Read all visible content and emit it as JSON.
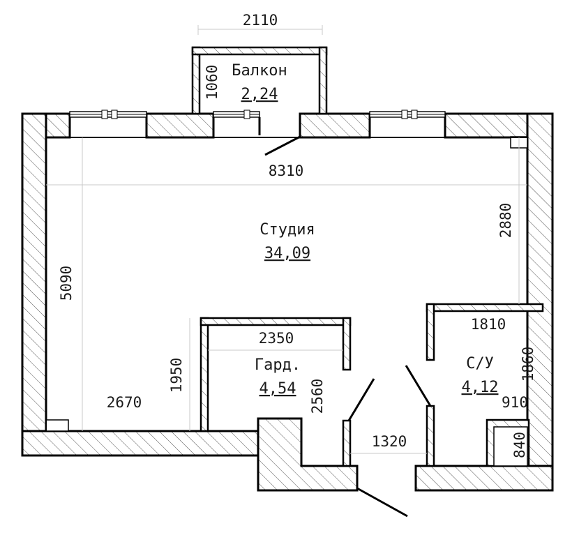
{
  "rooms": {
    "balcony": {
      "name": "Балкон",
      "area": "2,24"
    },
    "studio": {
      "name": "Студия",
      "area": "34,09"
    },
    "wardrobe": {
      "name": "Гард.",
      "area": "4,54"
    },
    "bathroom": {
      "name": "С/У",
      "area": "4,12"
    }
  },
  "dimensions": {
    "balcony_width": "2110",
    "balcony_depth": "1060",
    "studio_width": "8310",
    "studio_right": "2880",
    "studio_left": "5090",
    "wardrobe_offset_height": "1950",
    "studio_bottom": "2670",
    "wardrobe_width": "2350",
    "wardrobe_height": "2560",
    "bath_width": "1810",
    "bath_height": "1860",
    "bath_inner_width": "910",
    "bath_inner_height": "840",
    "hall_width": "1320"
  }
}
